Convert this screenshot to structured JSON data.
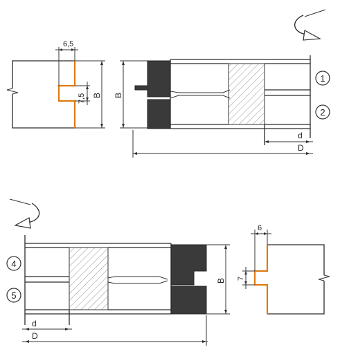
{
  "top": {
    "profile_width_label": "6,5",
    "profile_depth_label": "7,5",
    "height_label_left": "B",
    "height_label_right": "B",
    "d_label": "d",
    "D_label": "D",
    "marker_1": "1",
    "marker_2": "2"
  },
  "bottom": {
    "profile_width_label": "6",
    "profile_depth_label": "7",
    "height_label": "B",
    "d_label": "d",
    "D_label": "D",
    "marker_4": "4",
    "marker_5": "5"
  },
  "colors": {
    "profile_line": "#e07a12",
    "cutter_tip": "#3a3a3a",
    "outline": "#2a2a2a"
  },
  "icons": {
    "rotation_top": "rotation-arrow-icon",
    "rotation_bottom": "rotation-arrow-icon"
  }
}
